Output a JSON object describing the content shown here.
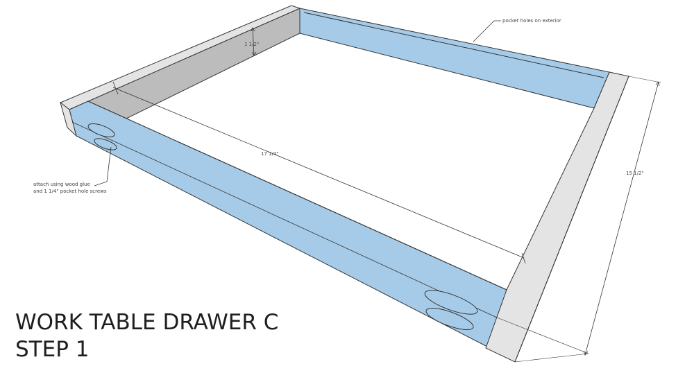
{
  "title": {
    "line1": "WORK TABLE DRAWER C",
    "line2": "STEP 1"
  },
  "dimensions": {
    "height": "1 1/2\"",
    "inner_length": "17 1/4\"",
    "outer_width": "15 1/2\""
  },
  "notes": {
    "pocket_holes": "pocket holes on exterior",
    "attach_line1": "attach using wood glue",
    "attach_line2": "and 1 1/4\" pocket hole screws"
  },
  "colors": {
    "blue_board": "#a6cbe8",
    "gray_board": "#bcbcbc",
    "end_face": "#e4e4e4",
    "outline": "#333333"
  }
}
